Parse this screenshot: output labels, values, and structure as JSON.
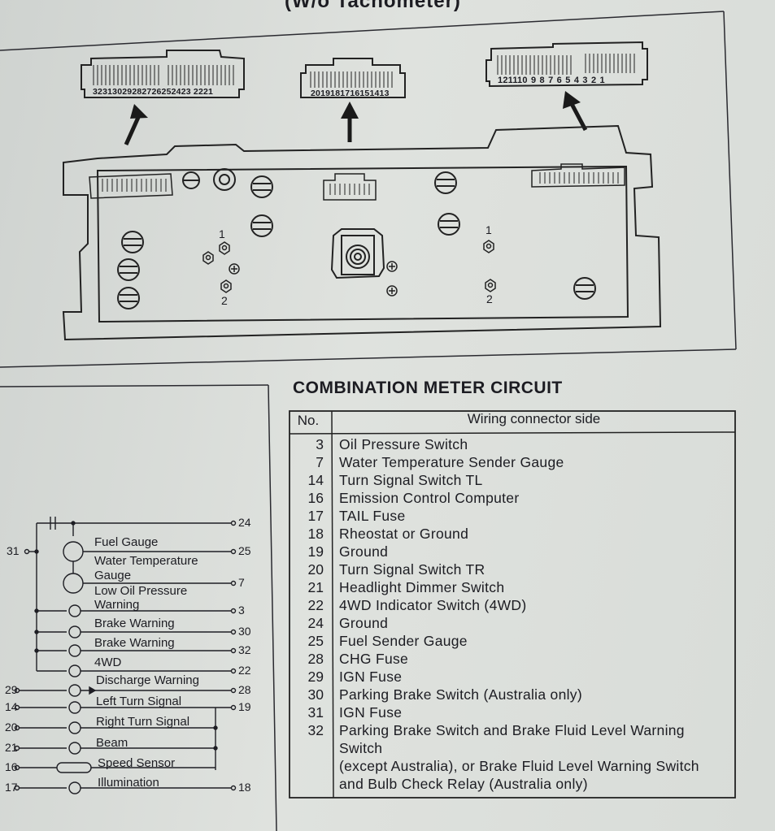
{
  "top_title": "(W/o Tachometer)",
  "connectors": {
    "left_numbers": "32313029282726252423 2221",
    "middle_numbers": "2019181716151413",
    "right_numbers": "121110 9 8 7 6   5 4 3 2 1"
  },
  "callouts": {
    "left_top": "1",
    "left_bottom": "2",
    "right_top": "1",
    "right_bottom": "2"
  },
  "section_title": "COMBINATION METER CIRCUIT",
  "table": {
    "col_no": "No.",
    "col_side": "Wiring connector side",
    "rows": [
      {
        "no": "3",
        "desc": "Oil Pressure Switch"
      },
      {
        "no": "7",
        "desc": "Water Temperature Sender Gauge"
      },
      {
        "no": "14",
        "desc": "Turn Signal Switch TL"
      },
      {
        "no": "16",
        "desc": "Emission Control Computer"
      },
      {
        "no": "17",
        "desc": "TAIL Fuse"
      },
      {
        "no": "18",
        "desc": "Rheostat or Ground"
      },
      {
        "no": "19",
        "desc": "Ground"
      },
      {
        "no": "20",
        "desc": "Turn Signal Switch TR"
      },
      {
        "no": "21",
        "desc": "Headlight Dimmer Switch"
      },
      {
        "no": "22",
        "desc": "4WD Indicator Switch (4WD)"
      },
      {
        "no": "24",
        "desc": "Ground"
      },
      {
        "no": "25",
        "desc": "Fuel Sender Gauge"
      },
      {
        "no": "28",
        "desc": "CHG Fuse"
      },
      {
        "no": "29",
        "desc": "IGN Fuse"
      },
      {
        "no": "30",
        "desc": "Parking Brake Switch (Australia only)"
      },
      {
        "no": "31",
        "desc": "IGN Fuse"
      },
      {
        "no": "32",
        "desc": "Parking Brake Switch and Brake Fluid Level Warning"
      },
      {
        "no": "",
        "desc": "Switch"
      },
      {
        "no": "",
        "desc": "(except Australia), or Brake Fluid Level Warning Switch"
      },
      {
        "no": "",
        "desc": "and Bulb Check Relay (Australia only)"
      }
    ]
  },
  "circuit": {
    "labels": {
      "fuel_gauge": "Fuel Gauge",
      "water_temp_1": "Water Temperature",
      "water_temp_2": "Gauge",
      "low_oil_1": "Low Oil Pressure",
      "low_oil_2": "Warning",
      "brake_warning_1": "Brake Warning",
      "brake_warning_2": "Brake Warning",
      "fourwd": "4WD",
      "discharge": "Discharge Warning",
      "left_turn": "Left Turn Signal",
      "right_turn": "Right Turn Signal",
      "beam": "Beam",
      "speed_sensor": "Speed Sensor",
      "illumination": "Illumination"
    },
    "right_pins": [
      "24",
      "25",
      "7",
      "3",
      "30",
      "32",
      "22",
      "28",
      "19",
      "18"
    ],
    "left_pins": [
      "31",
      "29",
      "14",
      "20",
      "21",
      "16",
      "17"
    ]
  }
}
